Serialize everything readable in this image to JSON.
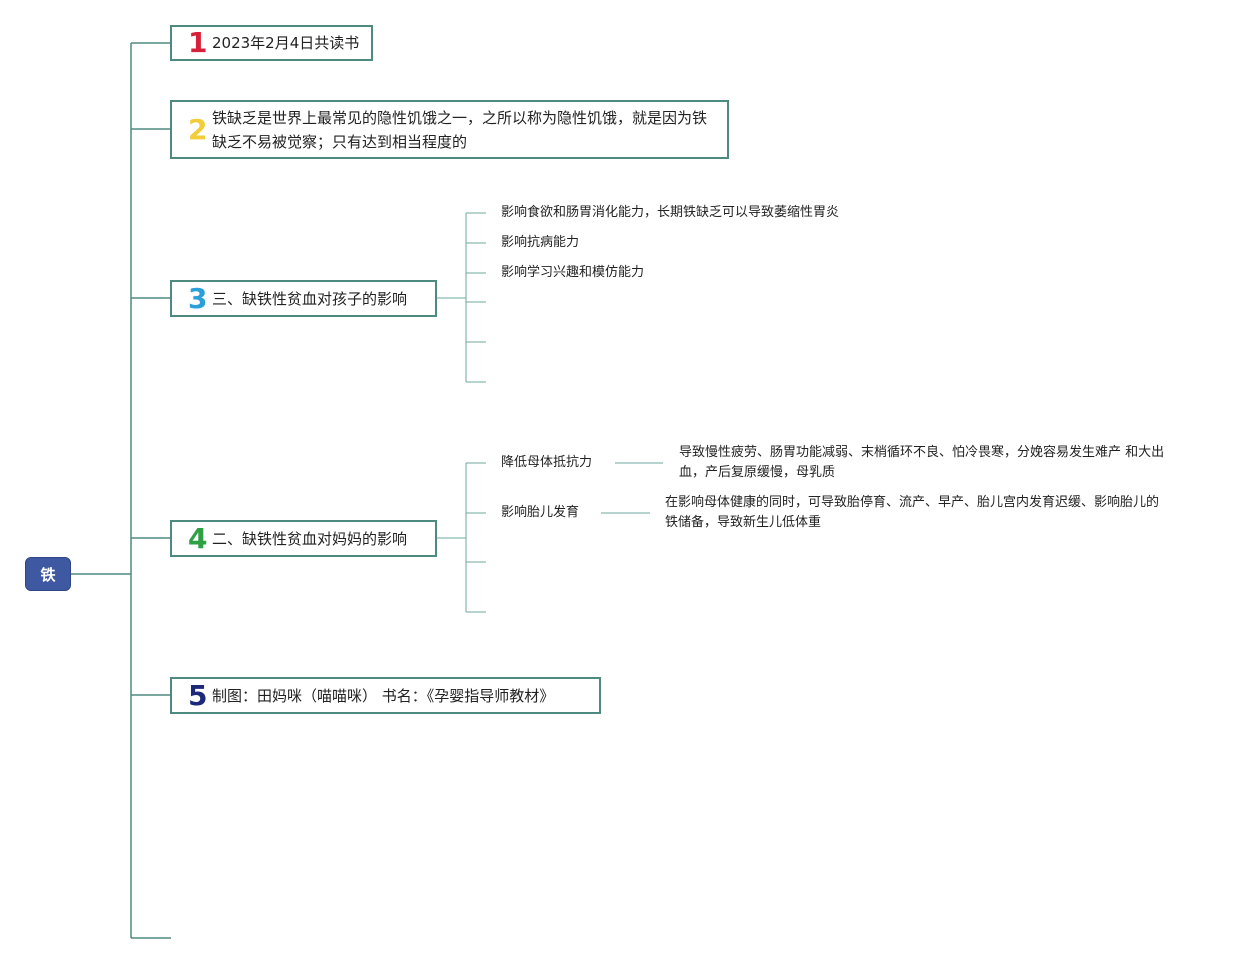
{
  "root": {
    "label": "铁",
    "color": "#3f58a2"
  },
  "line_color": "#4f8a80",
  "topics": [
    {
      "num": "1",
      "num_color": "#d8203b",
      "text": "2023年2月4日共读书"
    },
    {
      "num": "2",
      "num_color": "#f2cc39",
      "text": "铁缺乏是世界上最常见的隐性饥饿之一，之所以称为隐性饥饿，就是因为铁缺乏不易被觉察；只有达到相当程度的"
    },
    {
      "num": "3",
      "num_color": "#2b9fd9",
      "text": "三、缺铁性贫血对孩子的影响"
    },
    {
      "num": "4",
      "num_color": "#2ea043",
      "text": "二、缺铁性贫血对妈妈的影响"
    },
    {
      "num": "5",
      "num_color": "#1d2a7a",
      "text": "制图：田妈咪（喵喵咪） 书名：《孕婴指导师教材》"
    }
  ],
  "topic3_children": [
    "影响食欲和肠胃消化能力，长期铁缺乏可以导致萎缩性胃炎",
    "影响抗病能力",
    "影响学习兴趣和模仿能力"
  ],
  "topic4_children": [
    {
      "label": "降低母体抵抗力",
      "detail": "导致慢性疲劳、肠胃功能减弱、末梢循环不良、怕冷畏寒，分娩容易发生难产 和大出血，产后复原缓慢，母乳质"
    },
    {
      "label": "影响胎儿发育",
      "detail": "在影响母体健康的同时，可导致胎停育、流产、早产、胎儿宫内发育迟缓、影响胎儿的铁储备，导致新生儿低体重"
    }
  ]
}
